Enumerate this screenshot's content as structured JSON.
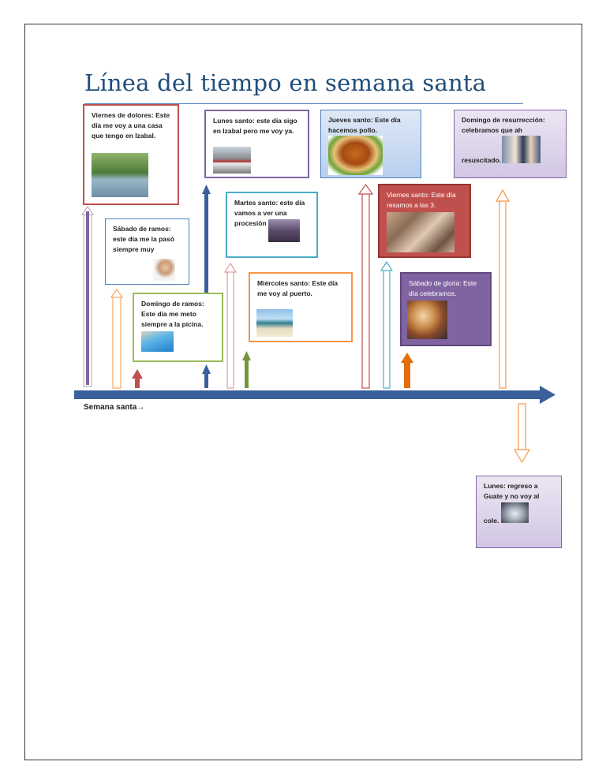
{
  "document": {
    "title": "Línea del tiempo en semana santa",
    "axis_label": "Semana santa→"
  },
  "events": {
    "viernes_dolores": "Viernes de dolores: Este día  me voy a una casa que tengo en Izabal.",
    "sabado_ramos": "Sábado de ramos: este día me la pasó siempre muy",
    "domingo_ramos": "Domingo de ramos: Este día me meto siempre a la picina.",
    "lunes_santo": "Lunes santo: este día sigo en Izabal pero me voy ya.",
    "martes_santo": "Martes santo: este día vamos a ver una procesión",
    "miercoles_santo": "Miércoles santo: Este día me voy al puerto.",
    "jueves_santo": "Jueves santo: Este día hacemos pollo.",
    "viernes_santo": "Viernes santo: Este día resamos a las 3.",
    "sabado_gloria": "Sábado de gloria: Este día celebramos.",
    "domingo_resurreccion_a": "Domingo de resurrección: celebramos que ah",
    "domingo_resurreccion_b": "resuscitado.",
    "lunes": "Lunes: regreso a Guate y no voy al",
    "lunes_b": "cole."
  },
  "colors": {
    "title": "#1f4e79",
    "axis": "#3a5f9a",
    "red": "#c0504d",
    "purple": "#8064a2",
    "orange": "#f79646",
    "green": "#9bbb59",
    "blue": "#4f81bd",
    "teal": "#4bacc6"
  },
  "icons": [
    "river-photo",
    "child-photo",
    "pool-photo",
    "street-photo",
    "procession-photo",
    "beach-photo",
    "roast-chicken-photo",
    "crowd-photo",
    "party-photo",
    "couple-photo",
    "car-photo"
  ]
}
